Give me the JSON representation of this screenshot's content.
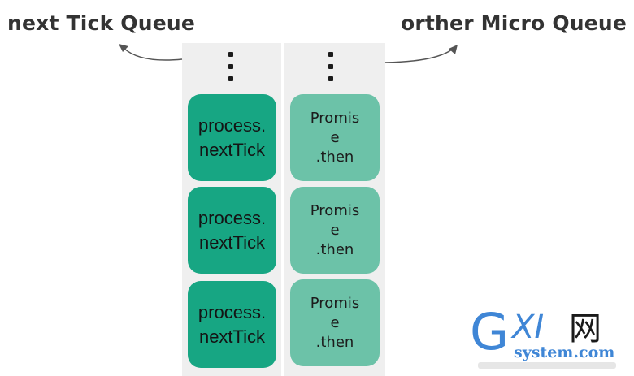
{
  "headings": {
    "left": "next Tick Queue",
    "right": "orther Micro Queue"
  },
  "queues": {
    "next_tick": {
      "items": [
        "process.\nnextTick",
        "process.\nnextTick",
        "process.\nnextTick"
      ]
    },
    "other_micro": {
      "items": [
        "Promis\ne\n.then",
        "Promis\ne\n.then",
        "Promis\ne\n.then"
      ]
    }
  },
  "watermark": {
    "logo_text": "GXI网",
    "site_text": "system.com"
  },
  "colors": {
    "next_tick_box": "#17a683",
    "promise_box": "#6cc2a8",
    "column_background": "#efefef",
    "heading_text": "#333333",
    "watermark_blue": "#3f86d6"
  }
}
